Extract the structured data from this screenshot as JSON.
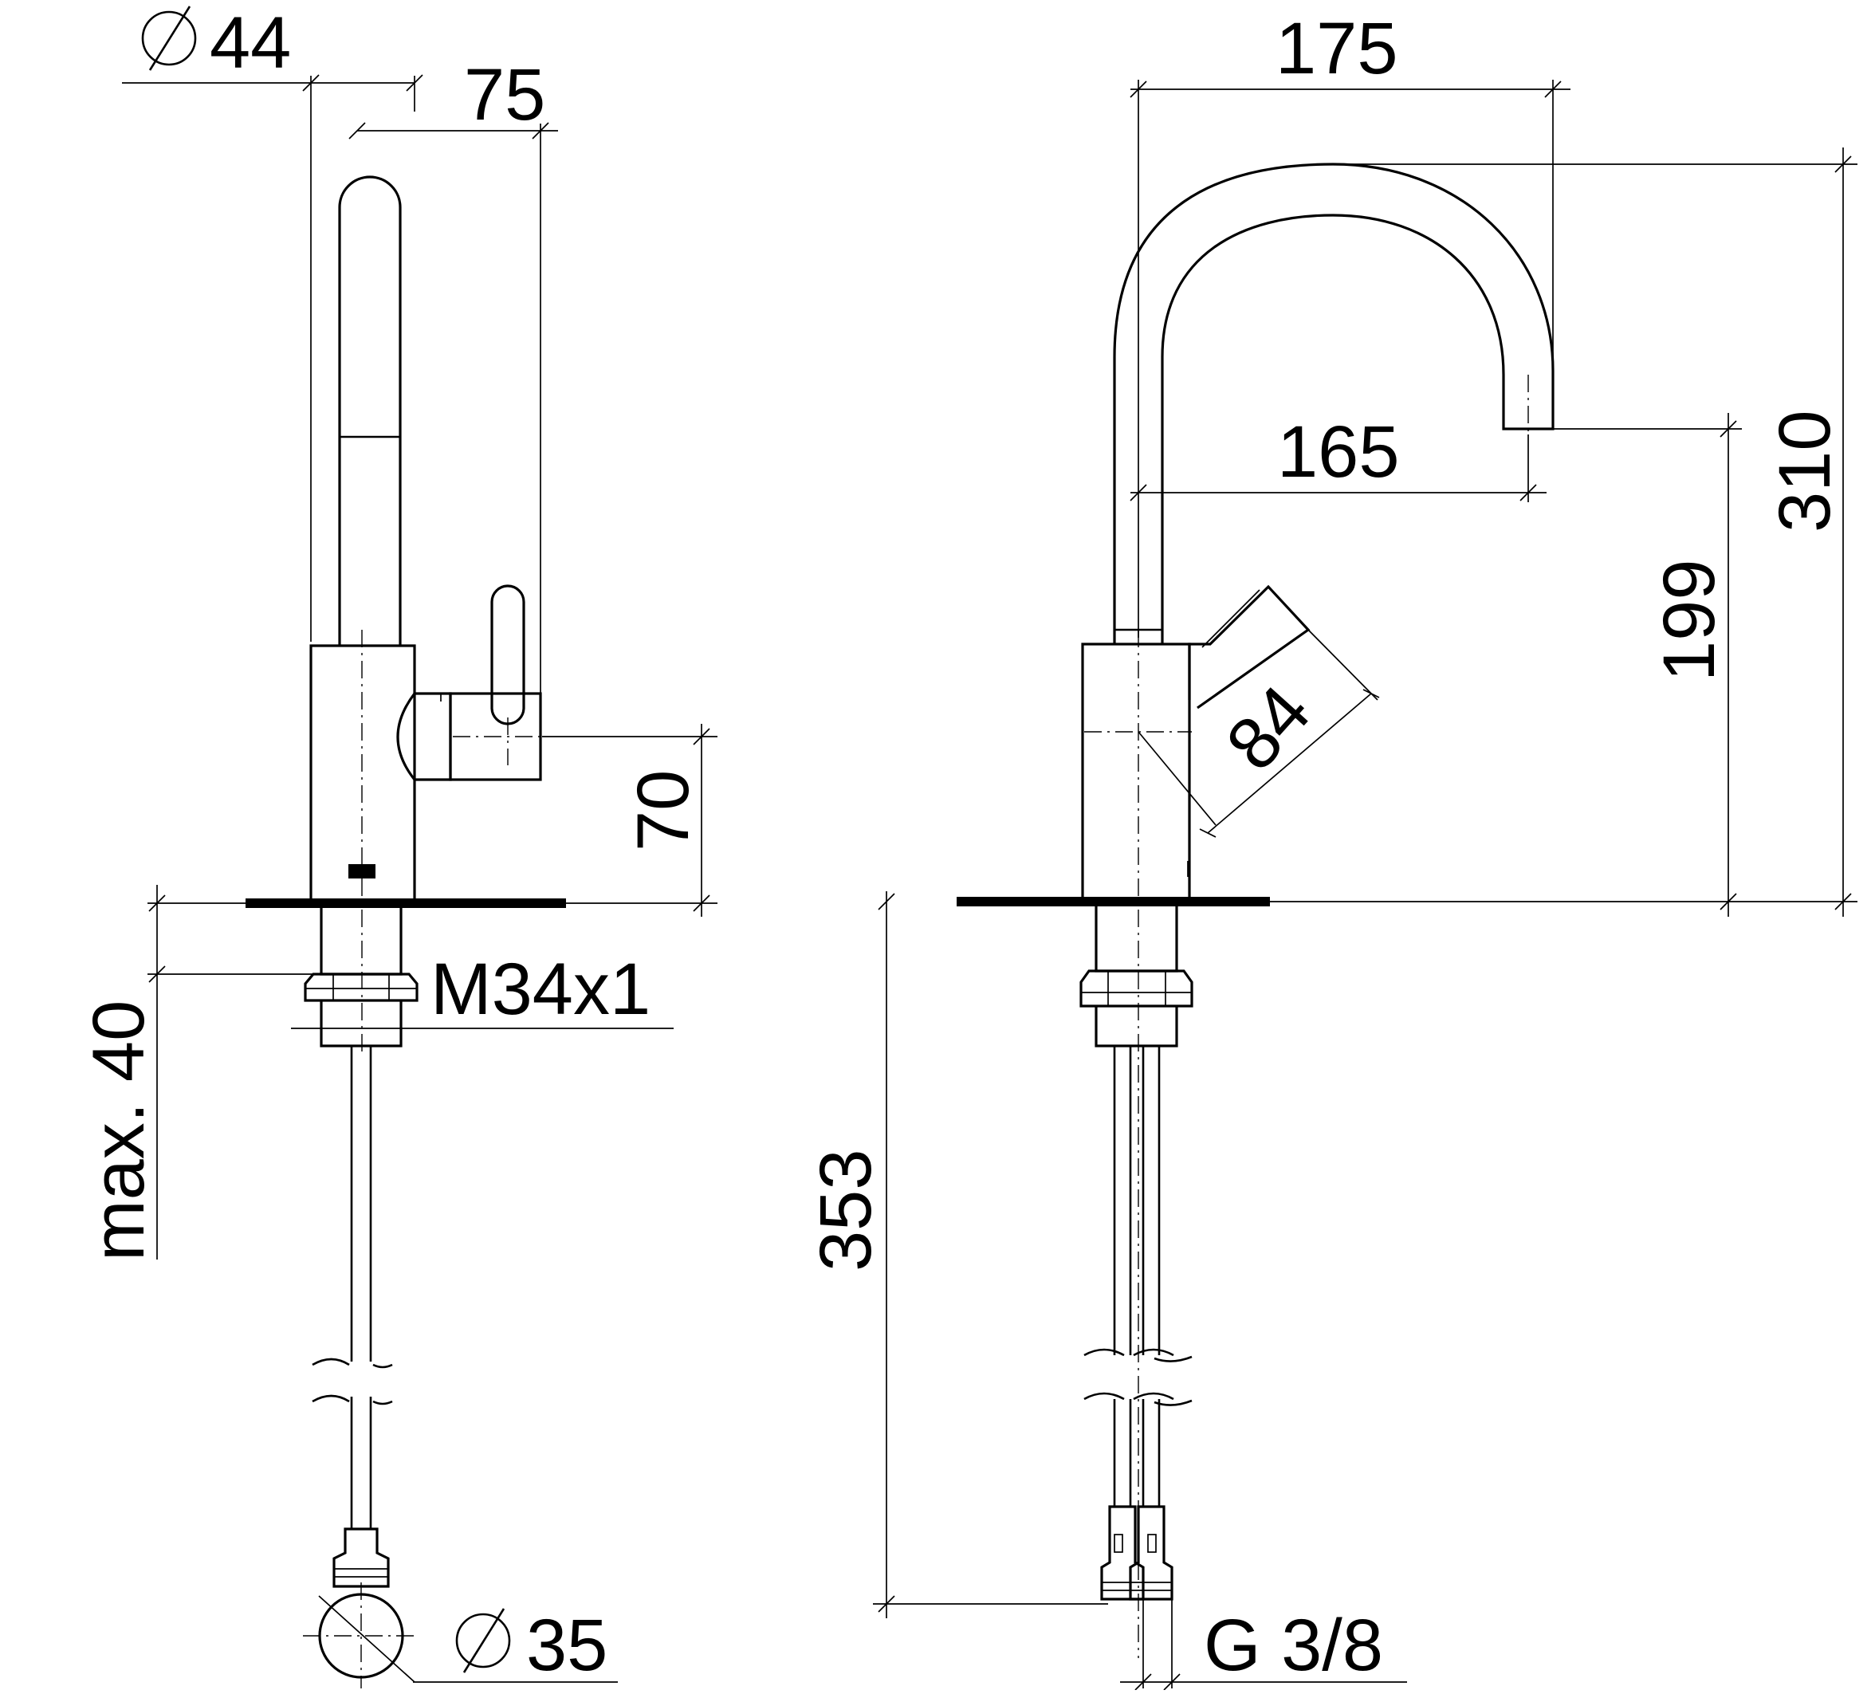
{
  "side_view": {
    "dims": {
      "diameter_top": "44",
      "width_lever": "75",
      "height_lever": "70",
      "thread": "M34x1",
      "max_thickness": "max. 40",
      "diameter_bottom": "35"
    }
  },
  "front_view": {
    "dims": {
      "reach_outer": "175",
      "reach_spout": "165",
      "total_height": "310",
      "spout_height": "199",
      "lever_length": "84",
      "hose_length": "353",
      "connection": "G 3/8"
    }
  }
}
